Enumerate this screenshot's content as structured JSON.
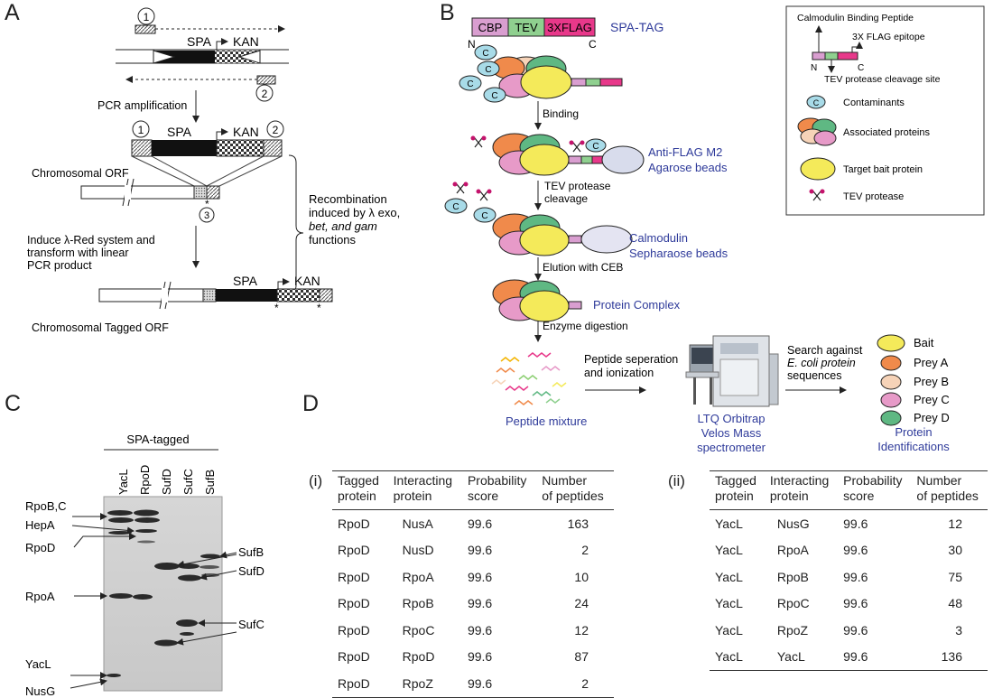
{
  "panels": {
    "a": "A",
    "b": "B",
    "c": "C",
    "d": "D"
  },
  "panel_a": {
    "step1_marker": "1",
    "step2_marker": "2",
    "step3_marker": "3",
    "spa": "SPA",
    "kan": "KAN",
    "pcr": "PCR amplification",
    "chrom_orf": "Chromosomal ORF",
    "induce": [
      "Induce λ-Red system and",
      "transform with linear",
      "PCR product"
    ],
    "recomb": [
      "Recombination",
      "induced by λ exo,",
      "bet, and gam",
      "functions"
    ],
    "tagged_orf": "Chromosomal Tagged ORF",
    "star": "*"
  },
  "panel_b": {
    "tag_segments": [
      "CBP",
      "TEV",
      "3XFLAG"
    ],
    "tag_name": "SPA-TAG",
    "n": "N",
    "c": "C",
    "contaminant": "C",
    "binding": "Binding",
    "anti_flag": [
      "Anti-FLAG M2",
      "Agarose beads"
    ],
    "tev_cleavage": [
      "TEV protease",
      "cleavage"
    ],
    "calmodulin": [
      "Calmodulin",
      "Sepharaose beads"
    ],
    "elution": "Elution with CEB",
    "complex": "Protein Complex",
    "digestion": "Enzyme digestion",
    "peptide_sep": [
      "Peptide seperation",
      "and ionization"
    ],
    "peptide_mix": "Peptide mixture",
    "ms": [
      "LTQ Orbitrap",
      "Velos Mass",
      "spectrometer"
    ],
    "search": [
      "Search against",
      "E. coli protein",
      "sequences"
    ],
    "protein_ids": [
      "Protein",
      "Identifications"
    ],
    "legend_list": [
      "Bait",
      "Prey A",
      "Prey B",
      "Prey C",
      "Prey D"
    ],
    "key": {
      "cbp": "Calmodulin Binding Peptide",
      "flag": "3X FLAG epitope",
      "tev_site": "TEV protease cleavage site",
      "contaminants": "Contaminants",
      "associated": "Associated proteins",
      "bait": "Target bait protein",
      "tev": "TEV protease"
    }
  },
  "panel_c": {
    "header": "SPA-tagged",
    "lanes": [
      "YacL",
      "RpoD",
      "SufD",
      "SufC",
      "SufB"
    ],
    "left_labels": [
      "RpoB,C",
      "HepA",
      "RpoD",
      "RpoA",
      "YacL",
      "NusG"
    ],
    "right_labels": [
      "SufB",
      "SufD",
      "SufC"
    ]
  },
  "panel_d": {
    "table_i": {
      "label": "(i)",
      "headers": [
        [
          "Tagged",
          "protein"
        ],
        [
          "Interacting",
          "protein"
        ],
        [
          "Probability",
          "score"
        ],
        [
          "Number",
          "of peptides"
        ]
      ],
      "rows": [
        [
          "RpoD",
          "NusA",
          "99.6",
          "163"
        ],
        [
          "RpoD",
          "NusD",
          "99.6",
          "2"
        ],
        [
          "RpoD",
          "RpoA",
          "99.6",
          "10"
        ],
        [
          "RpoD",
          "RpoB",
          "99.6",
          "24"
        ],
        [
          "RpoD",
          "RpoC",
          "99.6",
          "12"
        ],
        [
          "RpoD",
          "RpoD",
          "99.6",
          "87"
        ],
        [
          "RpoD",
          "RpoZ",
          "99.6",
          "2"
        ]
      ]
    },
    "table_ii": {
      "label": "(ii)",
      "headers": [
        [
          "Tagged",
          "protein"
        ],
        [
          "Interacting",
          "protein"
        ],
        [
          "Probability",
          "score"
        ],
        [
          "Number",
          "of peptides"
        ]
      ],
      "rows": [
        [
          "YacL",
          "NusG",
          "99.6",
          "12"
        ],
        [
          "YacL",
          "RpoA",
          "99.6",
          "30"
        ],
        [
          "YacL",
          "RpoB",
          "99.6",
          "75"
        ],
        [
          "YacL",
          "RpoC",
          "99.6",
          "48"
        ],
        [
          "YacL",
          "RpoZ",
          "99.6",
          "3"
        ],
        [
          "YacL",
          "YacL",
          "99.6",
          "136"
        ]
      ]
    }
  },
  "colors": {
    "cbp": "#d99ed0",
    "tev": "#8fd08f",
    "flag": "#e8388a",
    "bait": "#f4ea5a",
    "prey_a": "#f08a4b",
    "prey_b": "#f6d3b8",
    "prey_c": "#e79ac8",
    "prey_d": "#5fb883",
    "contaminant": "#a8dbe8",
    "bead": "#d8dcec",
    "label_blue": "#2e3a9a"
  }
}
